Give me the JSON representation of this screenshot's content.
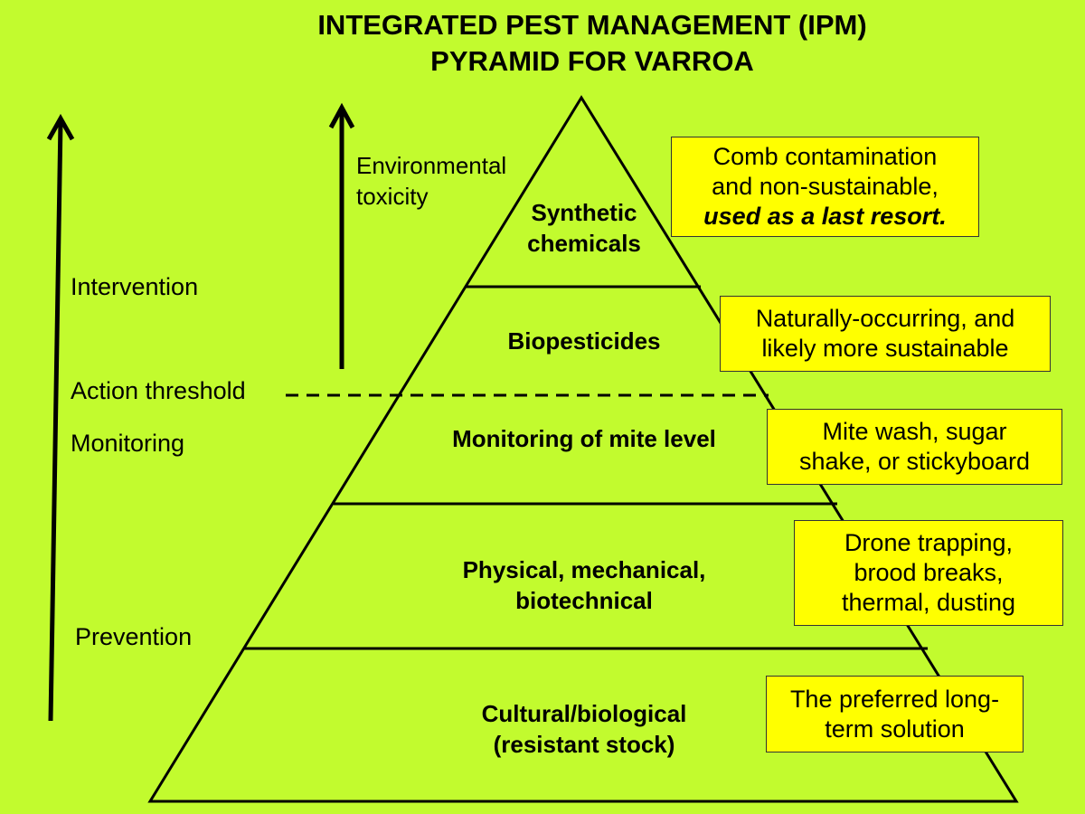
{
  "title": {
    "line1": "INTEGRATED PEST MANAGEMENT (IPM)",
    "line2": "PYRAMID FOR VARROA"
  },
  "side_labels": {
    "intervention": "Intervention",
    "action_threshold": "Action threshold",
    "monitoring": "Monitoring",
    "prevention": "Prevention"
  },
  "environmental": {
    "line1": "Environmental",
    "line2": "toxicity"
  },
  "levels": [
    {
      "line1": "Synthetic",
      "line2": "chemicals"
    },
    {
      "line1": "Biopesticides"
    },
    {
      "line1": "Monitoring of mite level"
    },
    {
      "line1": "Physical, mechanical,",
      "line2": "biotechnical"
    },
    {
      "line1": "Cultural/biological",
      "line2": "(resistant stock)"
    }
  ],
  "notes": [
    {
      "line1": "Comb contamination",
      "line2": "and non-sustainable,",
      "line3": "used as a last resort."
    },
    {
      "line1": "Naturally-occurring, and",
      "line2": "likely more sustainable"
    },
    {
      "line1": "Mite wash, sugar",
      "line2": "shake, or stickyboard"
    },
    {
      "line1": "Drone trapping,",
      "line2": "brood breaks,",
      "line3": "thermal, dusting"
    },
    {
      "line1": "The preferred long-",
      "line2": "term solution"
    }
  ],
  "colors": {
    "background": "#c2fb2e",
    "note_fill": "#ffff00",
    "line": "#000000"
  }
}
